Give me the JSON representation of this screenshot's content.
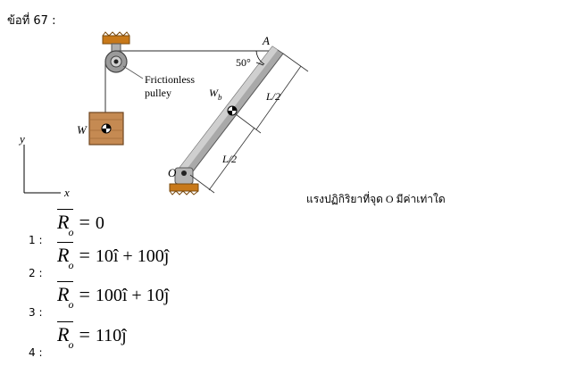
{
  "question_number": "ข้อที่ 67 :",
  "question_text": "แรงปฏิกิริยาที่จุด O มีค่าเท่าใด",
  "figure": {
    "angle_label": "50°",
    "point_a": "A",
    "point_o": "O",
    "pulley_label_1": "Frictionless",
    "pulley_label_2": "pulley",
    "weight_label": "W",
    "bar_weight_label": "W",
    "bar_weight_sub": "b",
    "half_length_upper": "L/2",
    "half_length_lower": "L/2",
    "axis_y": "y",
    "axis_x": "x"
  },
  "choices": [
    {
      "num": "1 :",
      "symbol": "R",
      "sub": "o",
      "eq": "=",
      "value": "0"
    },
    {
      "num": "2 :",
      "symbol": "R",
      "sub": "o",
      "eq": "=",
      "value": "10î + 100ĵ"
    },
    {
      "num": "3 :",
      "symbol": "R",
      "sub": "o",
      "eq": "=",
      "value": "100î + 10ĵ"
    },
    {
      "num": "4 :",
      "symbol": "R",
      "sub": "o",
      "eq": "=",
      "value": "110ĵ"
    }
  ]
}
